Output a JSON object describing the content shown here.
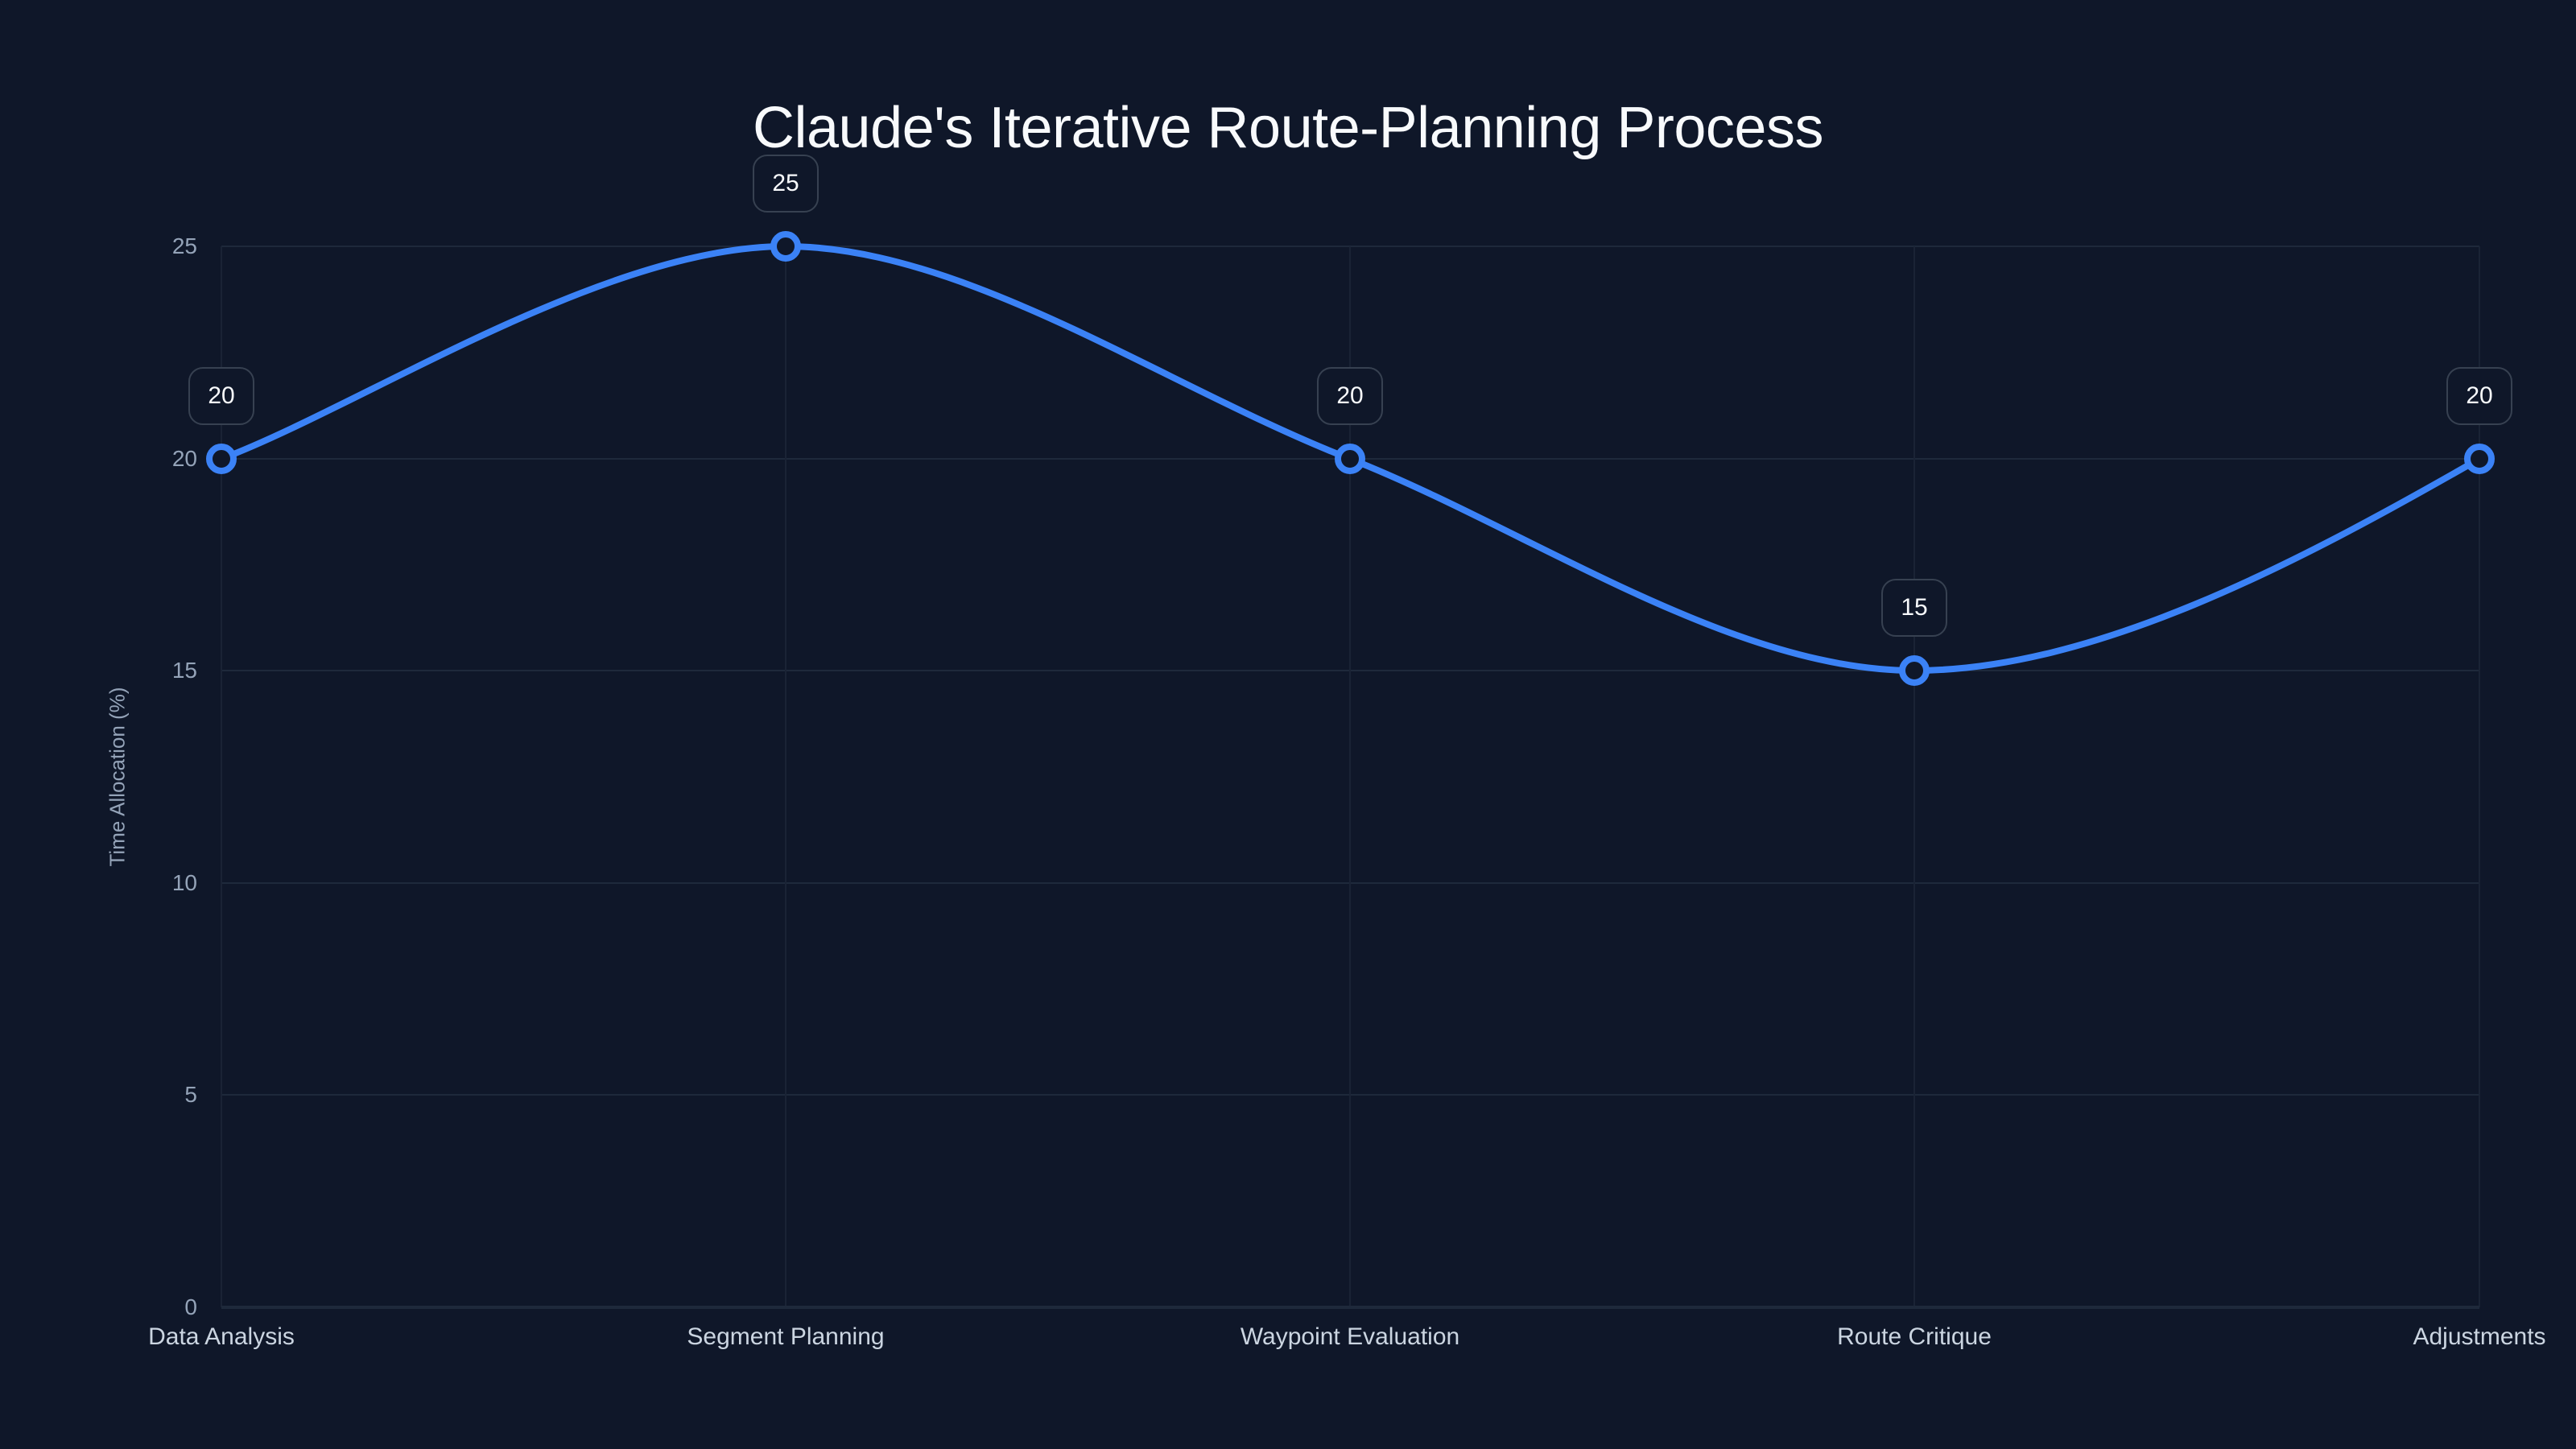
{
  "title": "Claude's Iterative Route-Planning Process",
  "y_axis": {
    "label": "Time Allocation (%)",
    "ticks": [
      "0",
      "5",
      "10",
      "15",
      "20",
      "25"
    ]
  },
  "x_axis": {
    "categories": [
      "Data Analysis",
      "Segment Planning",
      "Waypoint Evaluation",
      "Route Critique",
      "Adjustments"
    ]
  },
  "points": [
    {
      "category": "Data Analysis",
      "value": "20"
    },
    {
      "category": "Segment Planning",
      "value": "25"
    },
    {
      "category": "Waypoint Evaluation",
      "value": "20"
    },
    {
      "category": "Route Critique",
      "value": "15"
    },
    {
      "category": "Adjustments",
      "value": "20"
    }
  ],
  "colors": {
    "background": "#0f1729",
    "line": "#3b82f6",
    "grid": "#1e293b",
    "title": "#f8fafc",
    "tick_text": "#94a3b8",
    "label_border": "#374151"
  },
  "chart_data": {
    "type": "line",
    "title": "Claude's Iterative Route-Planning Process",
    "categories": [
      "Data Analysis",
      "Segment Planning",
      "Waypoint Evaluation",
      "Route Critique",
      "Adjustments"
    ],
    "series": [
      {
        "name": "Time Allocation (%)",
        "values": [
          20,
          25,
          20,
          15,
          20
        ]
      }
    ],
    "xlabel": "",
    "ylabel": "Time Allocation (%)",
    "ylim": [
      0,
      25
    ],
    "yticks": [
      0,
      5,
      10,
      15,
      20,
      25
    ],
    "grid": true,
    "legend": "none",
    "smooth": true,
    "data_labels": true
  }
}
